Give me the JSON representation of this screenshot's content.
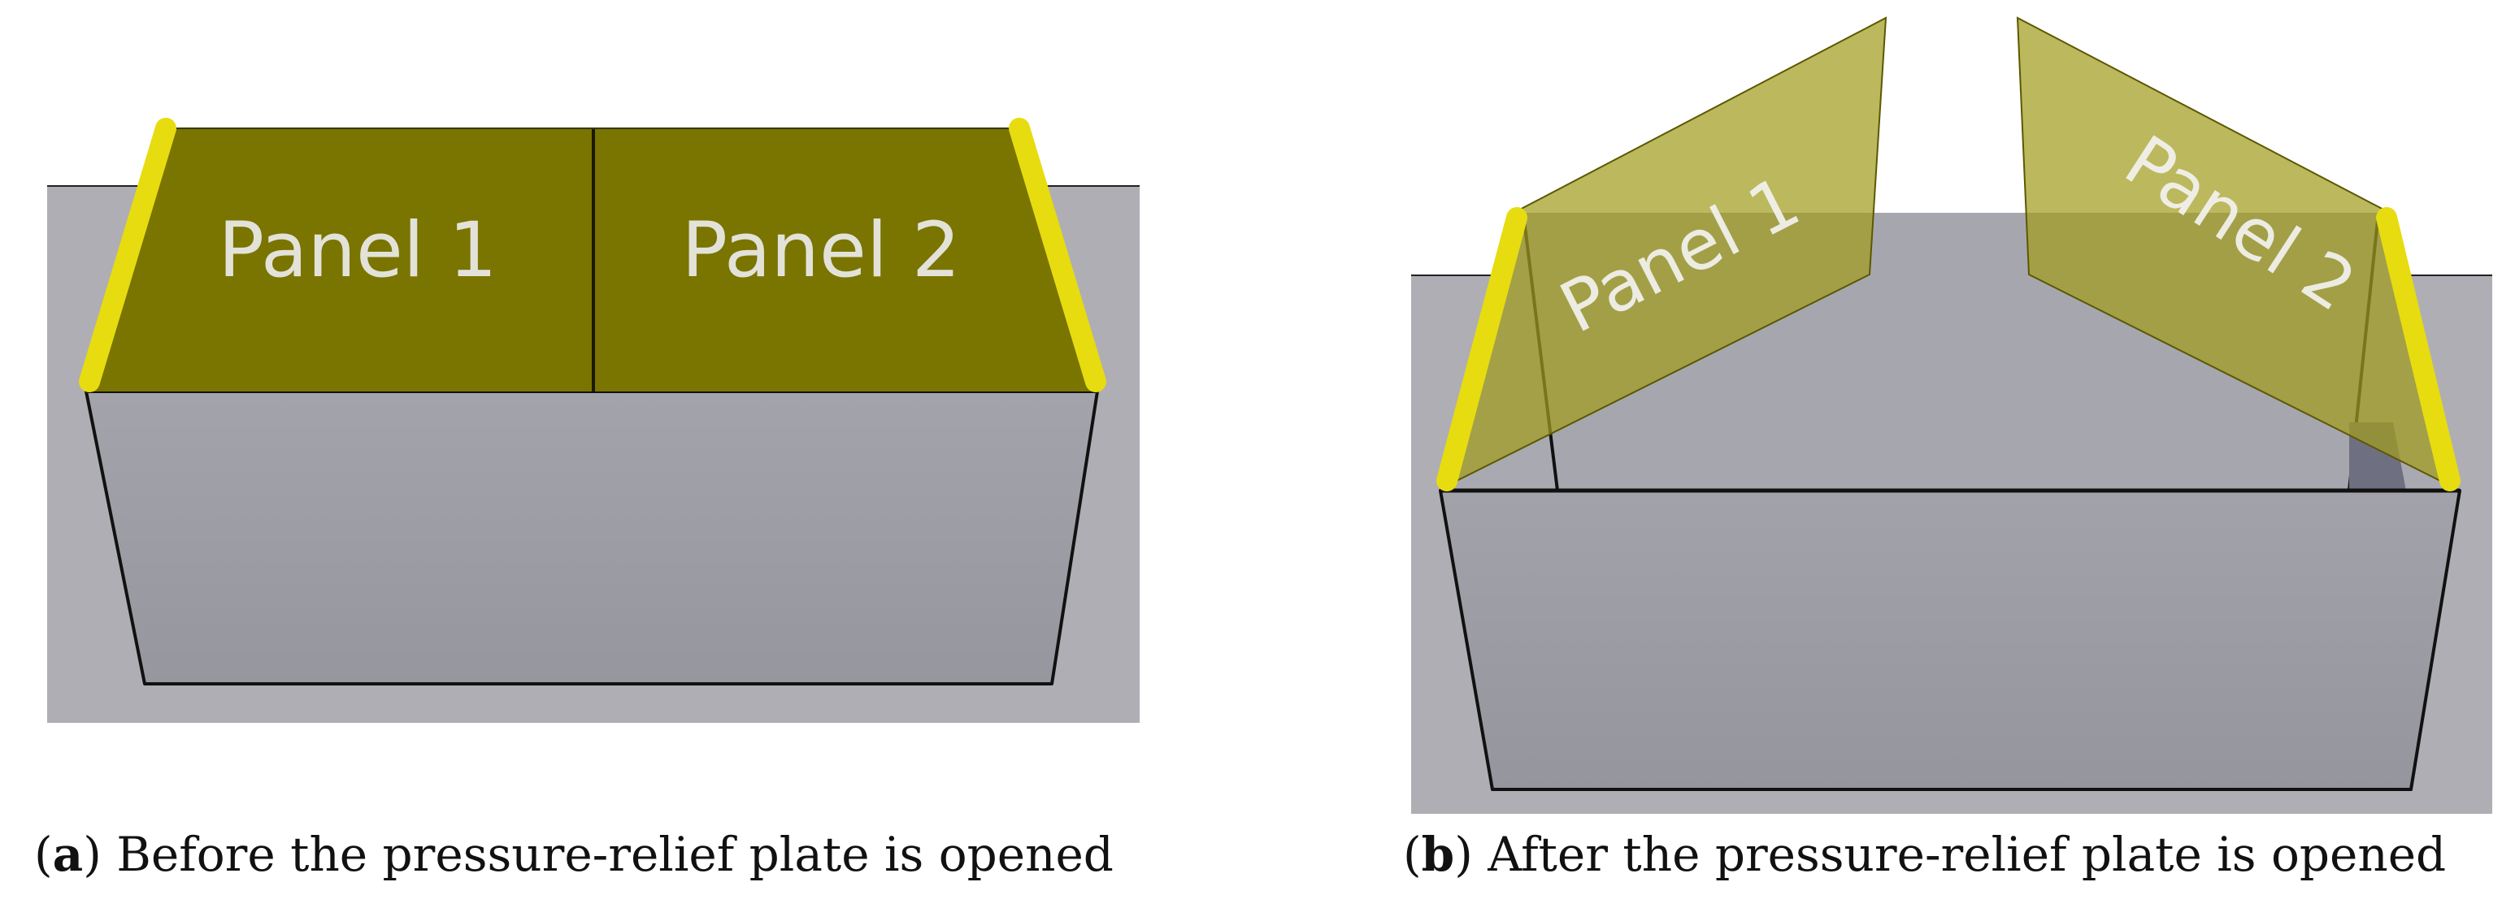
{
  "subfigure_a": {
    "panel_left_label": "Panel 1",
    "panel_right_label": "Panel 2",
    "caption_letter": "a",
    "caption_text": " Before the pressure-relief plate is opened"
  },
  "subfigure_b": {
    "panel_left_label": "Panel 1",
    "panel_right_label": "Panel 2",
    "caption_letter": "b",
    "caption_text": " After the pressure-relief plate is opened"
  },
  "colors": {
    "panel_closed": "#7a7400",
    "panel_open": "#a7a13a",
    "hinge": "#e6dc10",
    "box_side": "#9d9ea6",
    "background": "#aeaeb4"
  }
}
